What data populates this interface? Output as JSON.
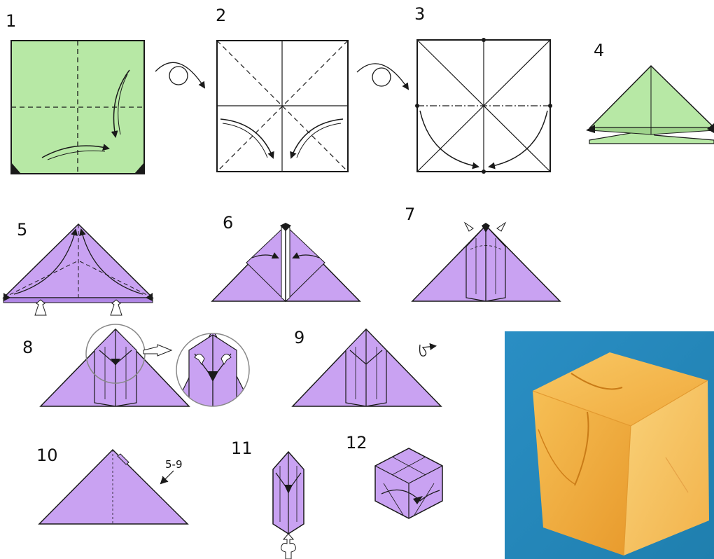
{
  "steps": {
    "s1": "1",
    "s2": "2",
    "s3": "3",
    "s4": "4",
    "s5": "5",
    "s6": "6",
    "s7": "7",
    "s8": "8",
    "s9": "9",
    "s10": "10",
    "s11": "11",
    "s12": "12"
  },
  "step10_note": "5-9",
  "colors": {
    "paper_green": "#b7e8a5",
    "paper_purple": "#c9a2f2",
    "line": "#1a1a1a",
    "photo_bg": "#2f8fbf",
    "cube_orange": "#f4b64a"
  }
}
